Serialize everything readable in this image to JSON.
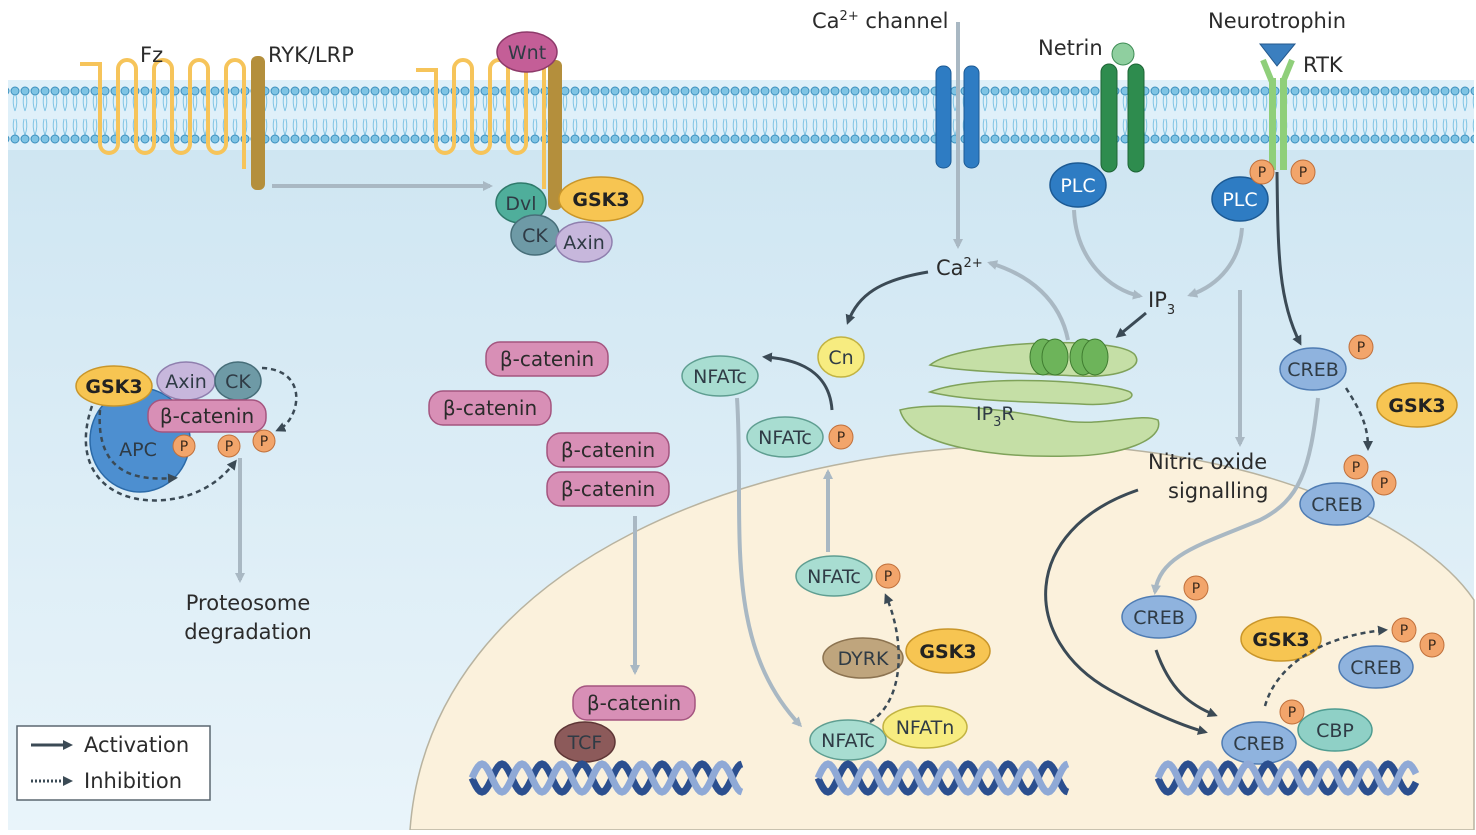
{
  "receptors": {
    "fz": "Fz",
    "ryk_lrp": "RYK/LRP",
    "wnt": "Wnt",
    "ca_channel_prefix": "Ca",
    "ca_channel_sup": "2+",
    "ca_channel_suffix": " channel",
    "netrin": "Netrin",
    "neurotrophin": "Neurotrophin",
    "rtk": "RTK"
  },
  "wnt_complex": {
    "dvl": "Dvl",
    "gsk3": "GSK3",
    "ck": "CK",
    "axin": "Axin"
  },
  "destruction_complex": {
    "gsk3": "GSK3",
    "axin": "Axin",
    "ck": "CK",
    "beta_catenin": "β-catenin",
    "apc": "APC",
    "p": "P",
    "degradation_line1": "Proteosome",
    "degradation_line2": "degradation"
  },
  "beta_catenin_pool": {
    "label": "β-catenin",
    "tcf": "TCF"
  },
  "calcium": {
    "ca": "Ca",
    "ca_sup": "2+",
    "ip3": "IP",
    "ip3_sub": "3",
    "ip3r": "IP",
    "ip3r_sub": "3",
    "ip3r_suffix": "R",
    "plc": "PLC",
    "cn": "Cn",
    "nfatc": "NFATc",
    "nfatn": "NFATn",
    "dyrk": "DYRK",
    "gsk3": "GSK3",
    "p": "P"
  },
  "creb": {
    "creb": "CREB",
    "cbp": "CBP",
    "gsk3": "GSK3",
    "p": "P",
    "no_line1": "Nitric oxide",
    "no_line2": "signalling"
  },
  "legend": {
    "activation": "Activation",
    "inhibition": "Inhibition"
  }
}
